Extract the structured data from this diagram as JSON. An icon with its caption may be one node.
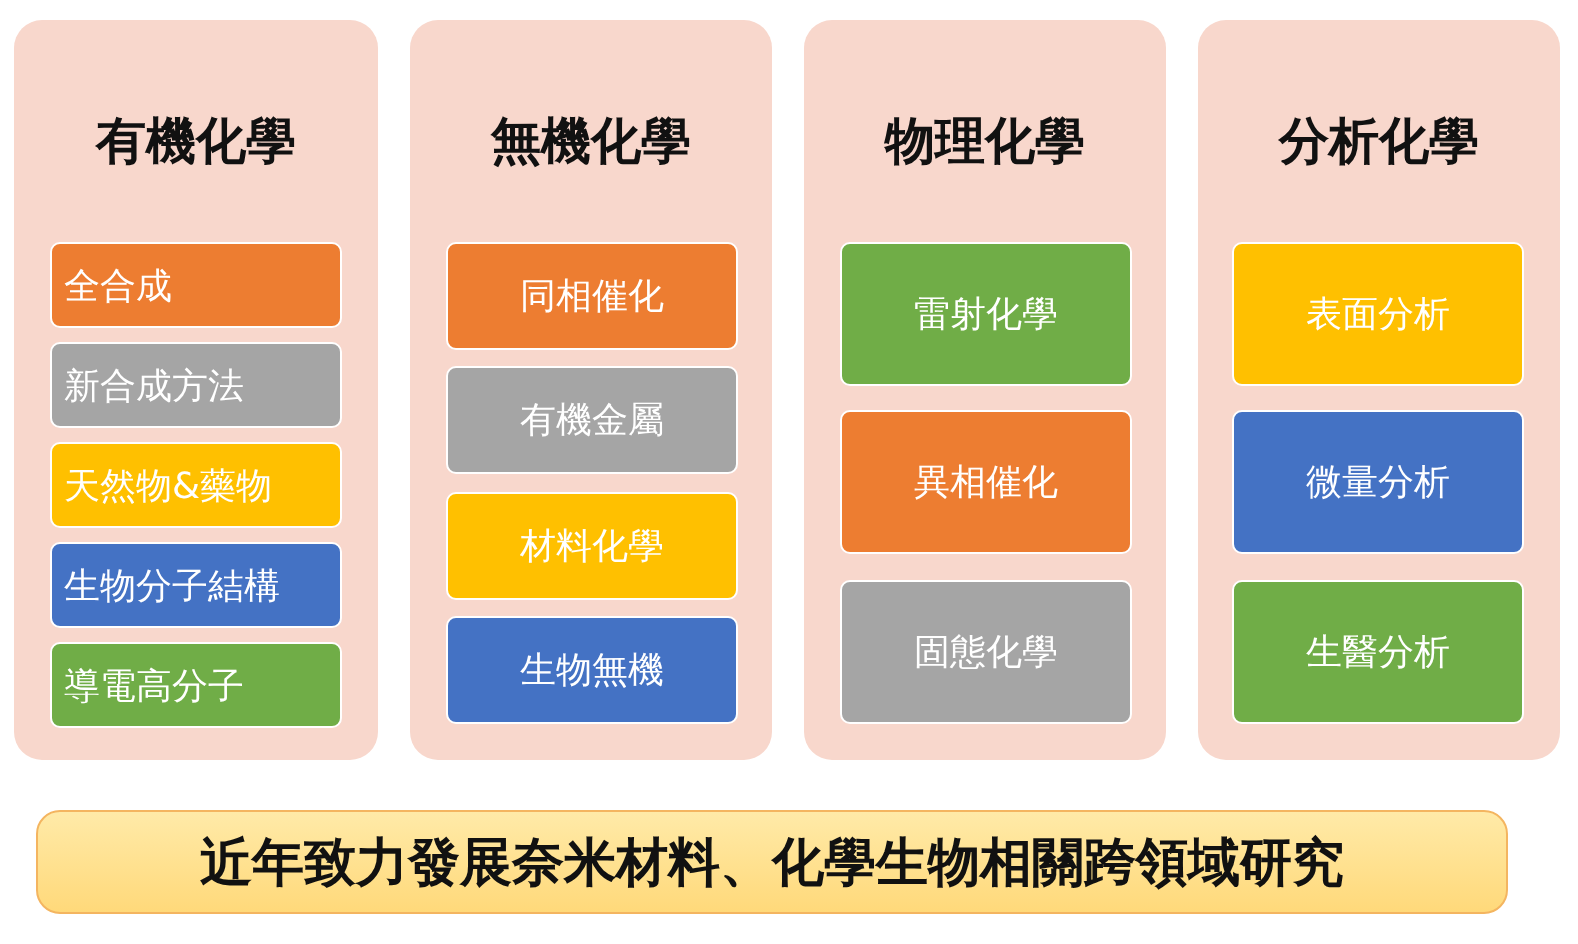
{
  "diagram": {
    "nodes": [
      {
        "text": [
          "有機化學"
        ]
      },
      {
        "text": [
          "全合成"
        ],
        "in": 0
      },
      {
        "text": [
          "新合成方法"
        ],
        "in": 0
      },
      {
        "text": [
          "天然物&藥物"
        ],
        "in": 0
      },
      {
        "text": [
          "生物分子結構"
        ],
        "in": 0
      },
      {
        "text": [
          "導電高分子"
        ],
        "in": 0
      },
      {
        "text": [
          "無機化學"
        ]
      },
      {
        "text": [
          "同相催化"
        ],
        "in": 6
      },
      {
        "text": [
          "有機金屬"
        ],
        "in": 6
      },
      {
        "text": [
          "材料化學"
        ],
        "in": 6
      },
      {
        "text": [
          "生物無機"
        ],
        "in": 6
      },
      {
        "text": [
          "物理化學"
        ]
      },
      {
        "text": [
          "雷射化學"
        ],
        "in": 11
      },
      {
        "text": [
          "異相催化"
        ],
        "in": 11
      },
      {
        "text": [
          "固態化學"
        ],
        "in": 11
      },
      {
        "text": [
          "分析化學"
        ]
      },
      {
        "text": [
          "表面分析"
        ],
        "in": 15
      },
      {
        "text": [
          "微量分析"
        ],
        "in": 15
      },
      {
        "text": [
          "生醫分析"
        ],
        "in": 15
      },
      {
        "text": [
          "近年致力發展奈米材料、化學生物相關跨領域研究"
        ]
      }
    ],
    "edges": []
  }
}
